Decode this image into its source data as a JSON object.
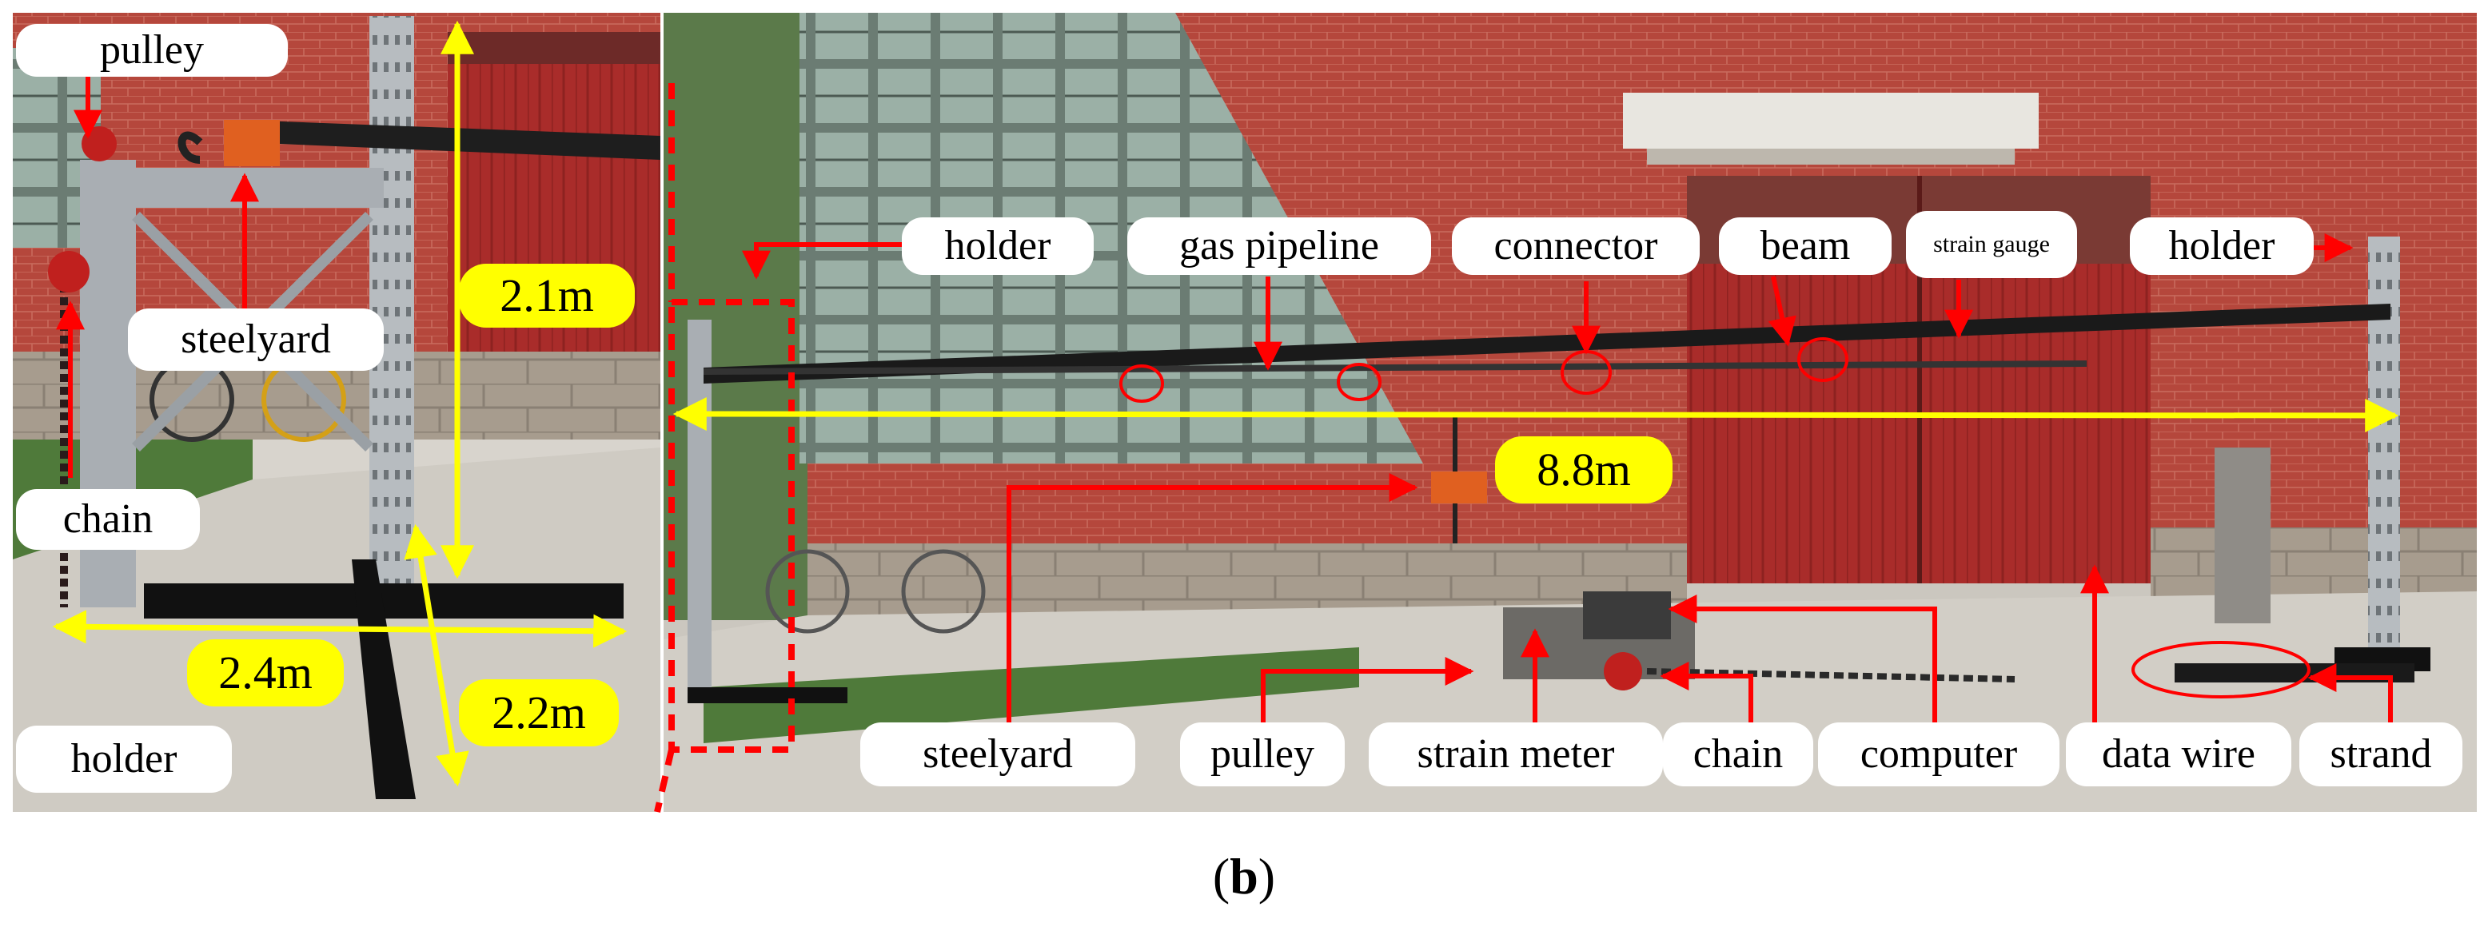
{
  "panel_b": {
    "left_labels": {
      "pulley": "pulley",
      "steelyard": "steelyard",
      "chain": "chain",
      "holder": "holder"
    },
    "right_labels": {
      "holder_left": "holder",
      "gas_pipeline": "gas pipeline",
      "connector": "connector",
      "beam": "beam",
      "strain_gauge": "strain gauge",
      "holder_right": "holder",
      "steelyard": "steelyard",
      "pulley": "pulley",
      "strain_meter": "strain meter",
      "chain": "chain",
      "computer": "computer",
      "data_wire": "data wire",
      "strand": "strand"
    },
    "dimensions": {
      "height": "2.1m",
      "width": "2.4m",
      "depth": "2.2m",
      "span": "8.8m"
    },
    "caption": {
      "open": "(",
      "letter": "b",
      "close": ")"
    }
  },
  "colors": {
    "annotation_red": "#ff0000",
    "dimension_yellow": "#ffff00",
    "brick": "#b5473c",
    "door_red": "#a92c2a"
  }
}
